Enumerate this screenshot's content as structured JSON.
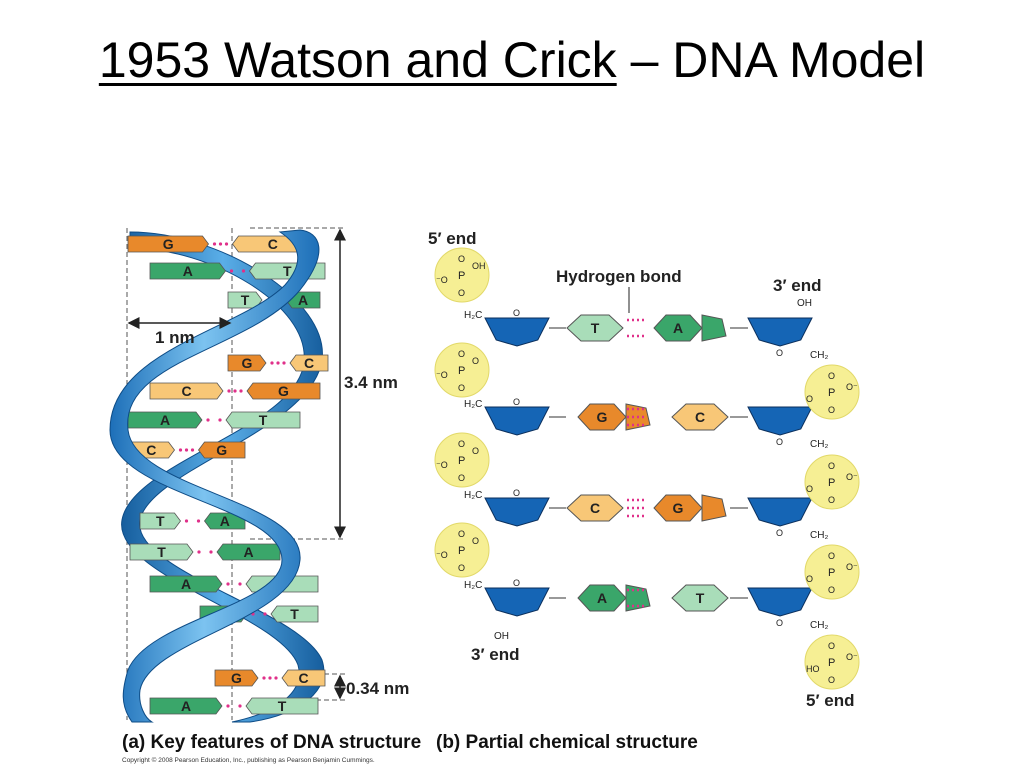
{
  "title": {
    "underlined": "1953 Watson and Crick",
    "rest": " – DNA Model"
  },
  "structure_labels": {
    "width": "1 nm",
    "turn_length": "3.4 nm",
    "base_spacing": "0.34 nm"
  },
  "helix_pairs": [
    {
      "left": "G",
      "right": "C"
    },
    {
      "left": "A",
      "right": "T"
    },
    {
      "left": "T",
      "right": "A"
    },
    {
      "left": "G",
      "right": "C"
    },
    {
      "left": "C",
      "right": "G"
    },
    {
      "left": "A",
      "right": "T"
    },
    {
      "left": "C",
      "right": "G"
    },
    {
      "left": "T",
      "right": "A"
    },
    {
      "left": "T",
      "right": "A"
    },
    {
      "left": "A",
      "right": "T"
    },
    {
      "left": "A",
      "right": "T"
    },
    {
      "left": "G",
      "right": "C"
    },
    {
      "left": "A",
      "right": "T"
    }
  ],
  "chemical": {
    "five_prime_top": "5′ end",
    "three_prime_top": "3′ end",
    "hydrogen_bond": "Hydrogen bond",
    "three_prime_bottom": "3′ end",
    "five_prime_bottom": "5′ end",
    "pairs": [
      {
        "left": "T",
        "right": "A"
      },
      {
        "left": "G",
        "right": "C"
      },
      {
        "left": "C",
        "right": "G"
      },
      {
        "left": "A",
        "right": "T"
      }
    ],
    "oh": "OH",
    "ho": "HO",
    "p": "P",
    "o": "O",
    "o_minus": "⁻O",
    "o_minus_right": "O⁻",
    "h2c": "H₂C",
    "ch2": "CH₂"
  },
  "captions": {
    "a": "(a) Key features of DNA structure",
    "b": "(b) Partial chemical structure",
    "copyright": "Copyright © 2008 Pearson Education, Inc., publishing as Pearson Benjamin Cummings."
  },
  "colors": {
    "guanine": "#e8892b",
    "cytosine": "#f8c777",
    "adenine": "#3aa66a",
    "thymine": "#a9ddb9",
    "sugar": "#1565b5",
    "phosphate": "#f6ef94",
    "hbond": "#e0308a",
    "backbone": "#2f86d0"
  }
}
